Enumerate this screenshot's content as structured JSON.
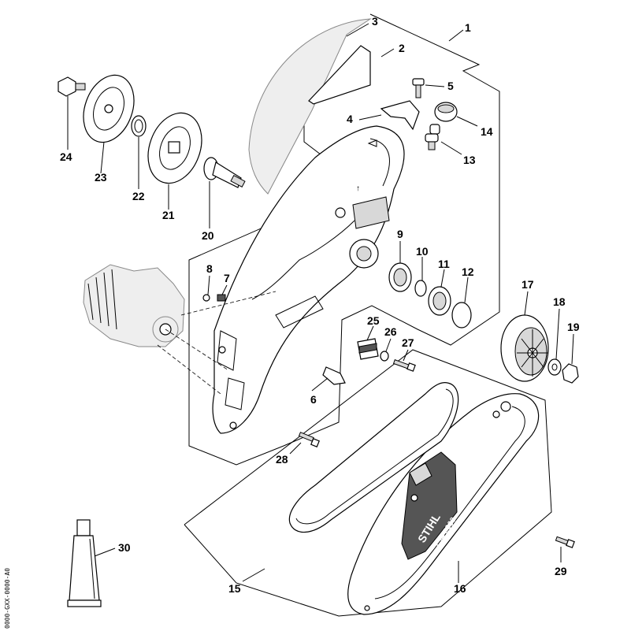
{
  "diagram": {
    "side_code": "0000-GXX-0000-A0",
    "brand_label": "STIHL",
    "model_label": "TS4 2000",
    "callouts": [
      {
        "id": "1",
        "label": "1"
      },
      {
        "id": "2",
        "label": "2"
      },
      {
        "id": "3",
        "label": "3"
      },
      {
        "id": "4",
        "label": "4"
      },
      {
        "id": "5",
        "label": "5"
      },
      {
        "id": "6",
        "label": "6"
      },
      {
        "id": "7",
        "label": "7"
      },
      {
        "id": "8",
        "label": "8"
      },
      {
        "id": "9",
        "label": "9"
      },
      {
        "id": "10",
        "label": "10"
      },
      {
        "id": "11",
        "label": "11"
      },
      {
        "id": "12",
        "label": "12"
      },
      {
        "id": "13",
        "label": "13"
      },
      {
        "id": "14",
        "label": "14"
      },
      {
        "id": "15",
        "label": "15"
      },
      {
        "id": "16",
        "label": "16"
      },
      {
        "id": "17",
        "label": "17"
      },
      {
        "id": "18",
        "label": "18"
      },
      {
        "id": "19",
        "label": "19"
      },
      {
        "id": "20",
        "label": "20"
      },
      {
        "id": "21",
        "label": "21"
      },
      {
        "id": "22",
        "label": "22"
      },
      {
        "id": "23",
        "label": "23"
      },
      {
        "id": "24",
        "label": "24"
      },
      {
        "id": "25",
        "label": "25"
      },
      {
        "id": "26",
        "label": "26"
      },
      {
        "id": "27",
        "label": "27"
      },
      {
        "id": "28",
        "label": "28"
      },
      {
        "id": "29",
        "label": "29"
      },
      {
        "id": "30",
        "label": "30"
      }
    ]
  }
}
